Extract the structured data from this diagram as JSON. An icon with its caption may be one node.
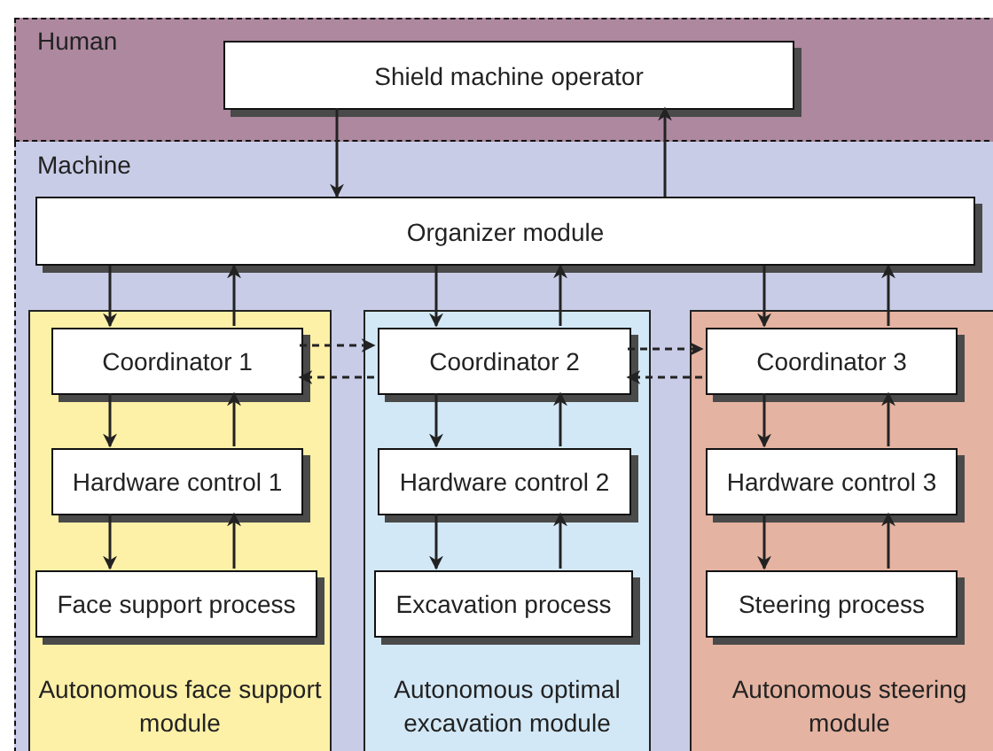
{
  "diagram": {
    "nodes": [
      {
        "text": [
          "Human"
        ]
      },
      {
        "text": [
          "Shield machine operator"
        ],
        "in": 0
      },
      {
        "text": [
          "Machine"
        ]
      },
      {
        "text": [
          "Organizer module"
        ],
        "in": 2
      },
      {
        "text": [
          "Autonomous face support module"
        ],
        "in": 2
      },
      {
        "text": [
          "Coordinator 1"
        ],
        "in": 4
      },
      {
        "text": [
          "Hardware control 1"
        ],
        "in": 4
      },
      {
        "text": [
          "Face support process"
        ],
        "in": 4
      },
      {
        "text": [
          "Autonomous optimal excavation module"
        ],
        "in": 2
      },
      {
        "text": [
          "Coordinator 2"
        ],
        "in": 8
      },
      {
        "text": [
          "Hardware control 2"
        ],
        "in": 8
      },
      {
        "text": [
          "Excavation process"
        ],
        "in": 8
      },
      {
        "text": [
          "Autonomous steering module"
        ],
        "in": 2
      },
      {
        "text": [
          "Coordinator 3"
        ],
        "in": 12
      },
      {
        "text": [
          "Hardware control 3"
        ],
        "in": 12
      },
      {
        "text": [
          "Steering process"
        ],
        "in": 12
      }
    ],
    "edges": [
      {
        "from": 1,
        "to": 3,
        "arrow": "to"
      },
      {
        "from": 3,
        "to": 1,
        "arrow": "to"
      },
      {
        "from": 3,
        "to": 5,
        "arrow": "to"
      },
      {
        "from": 5,
        "to": 3,
        "arrow": "to"
      },
      {
        "from": 3,
        "to": 9,
        "arrow": "to"
      },
      {
        "from": 9,
        "to": 3,
        "arrow": "to"
      },
      {
        "from": 3,
        "to": 13,
        "arrow": "to"
      },
      {
        "from": 13,
        "to": 3,
        "arrow": "to"
      },
      {
        "from": 5,
        "to": 9,
        "arrow": "to",
        "style": "dashed"
      },
      {
        "from": 9,
        "to": 5,
        "arrow": "to",
        "style": "dashed"
      },
      {
        "from": 9,
        "to": 13,
        "arrow": "to",
        "style": "dashed"
      },
      {
        "from": 13,
        "to": 9,
        "arrow": "to",
        "style": "dashed"
      },
      {
        "from": 5,
        "to": 6,
        "arrow": "to"
      },
      {
        "from": 6,
        "to": 5,
        "arrow": "to"
      },
      {
        "from": 6,
        "to": 7,
        "arrow": "to"
      },
      {
        "from": 7,
        "to": 6,
        "arrow": "to"
      },
      {
        "from": 9,
        "to": 10,
        "arrow": "to"
      },
      {
        "from": 10,
        "to": 9,
        "arrow": "to"
      },
      {
        "from": 10,
        "to": 11,
        "arrow": "to"
      },
      {
        "from": 11,
        "to": 10,
        "arrow": "to"
      },
      {
        "from": 13,
        "to": 14,
        "arrow": "to"
      },
      {
        "from": 14,
        "to": 13,
        "arrow": "to"
      },
      {
        "from": 14,
        "to": 15,
        "arrow": "to"
      },
      {
        "from": 15,
        "to": 14,
        "arrow": "to"
      }
    ]
  }
}
